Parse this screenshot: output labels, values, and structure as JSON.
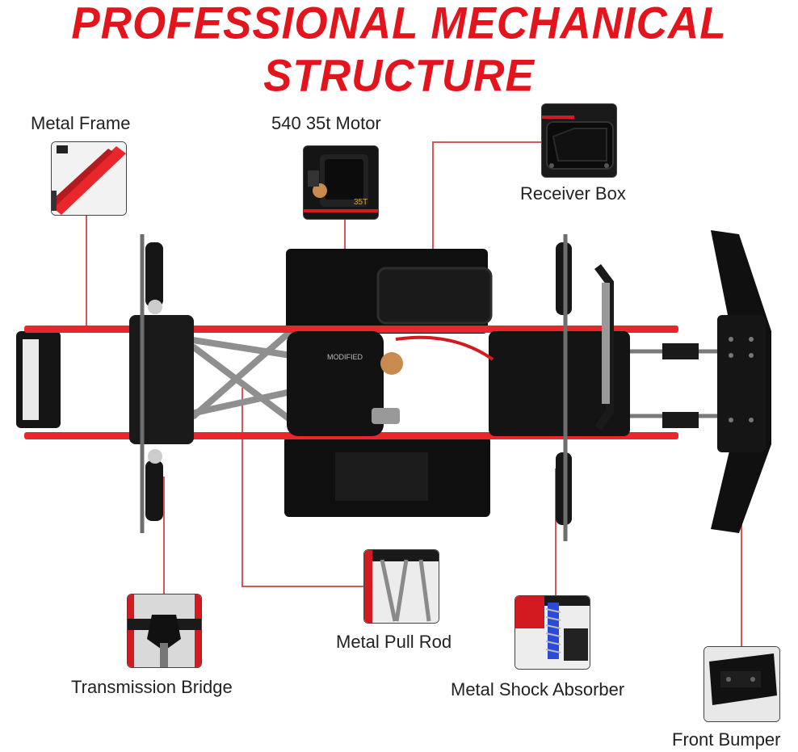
{
  "title": "PROFESSIONAL MECHANICAL STRUCTURE",
  "labels": {
    "metal_frame": "Metal Frame",
    "motor": "540 35t Motor",
    "receiver_box": "Receiver Box",
    "transmission_bridge": "Transmission Bridge",
    "metal_pull_rod": "Metal Pull Rod",
    "metal_shock_absorber": "Metal Shock Absorber",
    "front_bumper": "Front Bumper"
  },
  "motor_marking": "35T",
  "gearbox_marking": "MODIFIED",
  "colors": {
    "title": "#e3141c",
    "frame_rail": "#e8262b",
    "leader_line": "#d8555a",
    "plastic": "#111111",
    "label_text": "#222222"
  }
}
